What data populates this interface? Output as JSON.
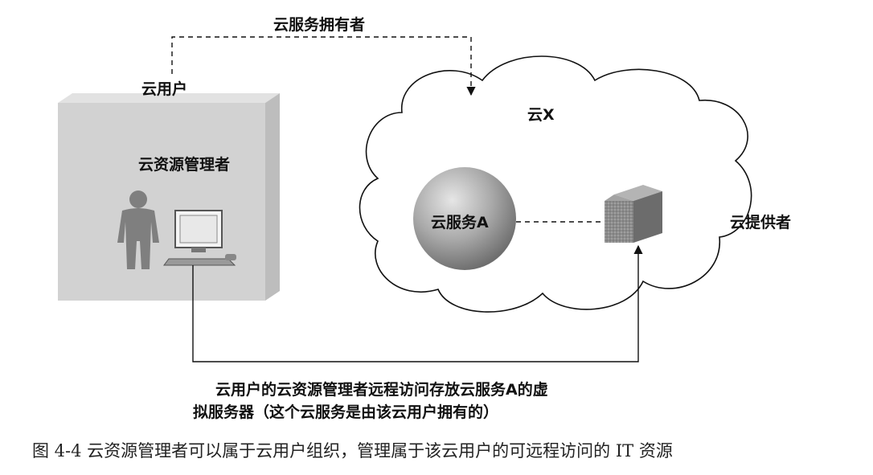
{
  "diagram": {
    "labels": {
      "owner": "云服务拥有者",
      "consumer": "云用户",
      "admin": "云资源管理者",
      "cloud": "云X",
      "service": "云服务A",
      "provider": "云提供者",
      "note_line1": "云用户的云资源管理者远程访问存放云服务A的虚",
      "note_line2": "拟服务器（这个云服务是由该云用户拥有的）"
    },
    "icons": [
      "person-icon",
      "workstation-icon",
      "server-icon",
      "cloud-icon",
      "sphere-icon"
    ],
    "colors": {
      "box_front": "#d2d2d2",
      "box_side": "#bdbdbd",
      "person": "#7f7f7f",
      "sphere": "#9d9d9d",
      "server": "#8c8c8c",
      "line": "#111111"
    }
  },
  "caption": "图 4-4   云资源管理者可以属于云用户组织，管理属于该云用户的可远程访问的 IT 资源"
}
